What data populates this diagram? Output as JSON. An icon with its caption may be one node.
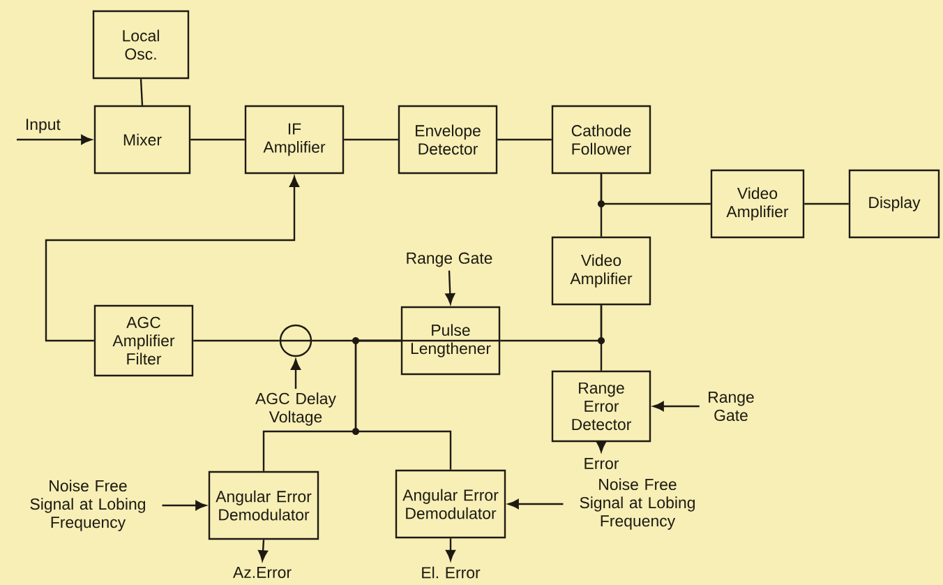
{
  "diagram": {
    "nodes": [
      {
        "text": [
          "Local Osc."
        ]
      },
      {
        "text": [
          "Mixer"
        ]
      },
      {
        "text": [
          "IF Amplifier"
        ]
      },
      {
        "text": [
          "Envelope Detector"
        ]
      },
      {
        "text": [
          "Cathode Follower"
        ]
      },
      {
        "text": [
          "Video Amplifier"
        ]
      },
      {
        "text": [
          "Display"
        ]
      },
      {
        "text": [
          "Video Amplifier"
        ]
      },
      {
        "text": [
          "AGC Amplifier Filter"
        ]
      },
      {
        "text": [],
        "shape": "circle"
      },
      {
        "text": [
          "Pulse Lengthener"
        ]
      },
      {
        "text": [
          "Range Error Detector"
        ]
      },
      {
        "text": [
          "Angular Error Demodulator"
        ]
      },
      {
        "text": [
          "Angular Error Demodulator"
        ]
      },
      {
        "text": [
          "Input"
        ]
      },
      {
        "text": [
          "Range Gate"
        ]
      },
      {
        "text": [
          "AGC Delay Voltage"
        ]
      },
      {
        "text": [
          "Range Gate"
        ]
      },
      {
        "text": [
          "Error"
        ]
      },
      {
        "text": [
          "Noise Free Signal at Lobing Frequency"
        ]
      },
      {
        "text": [
          "Noise Free Signal at Lobing Frequency"
        ]
      },
      {
        "text": [
          "Az.Error"
        ]
      },
      {
        "text": [
          "El. Error"
        ]
      }
    ],
    "edges": [
      {
        "from": 0,
        "to": 1,
        "arrow": "none"
      },
      {
        "from": 14,
        "to": 1,
        "arrow": "to"
      },
      {
        "from": 1,
        "to": 2,
        "arrow": "none"
      },
      {
        "from": 2,
        "to": 3,
        "arrow": "none"
      },
      {
        "from": 3,
        "to": 4,
        "arrow": "none"
      },
      {
        "from": 4,
        "to": 5,
        "arrow": "none"
      },
      {
        "from": 4,
        "to": 7,
        "arrow": "none"
      },
      {
        "from": 5,
        "to": 6,
        "arrow": "none"
      },
      {
        "from": 7,
        "to": 10,
        "arrow": "none"
      },
      {
        "from": 7,
        "to": 11,
        "arrow": "none"
      },
      {
        "from": 8,
        "to": 2,
        "arrow": "to"
      },
      {
        "from": 8,
        "to": 9,
        "arrow": "none"
      },
      {
        "from": 10,
        "to": 9,
        "arrow": "none"
      },
      {
        "from": 15,
        "to": 10,
        "arrow": "to"
      },
      {
        "from": 16,
        "to": 9,
        "arrow": "to"
      },
      {
        "from": 17,
        "to": 11,
        "arrow": "to"
      },
      {
        "from": 11,
        "to": 18,
        "arrow": "to"
      },
      {
        "from": 10,
        "to": 12,
        "arrow": "none"
      },
      {
        "from": 10,
        "to": 13,
        "arrow": "none"
      },
      {
        "from": 19,
        "to": 12,
        "arrow": "to"
      },
      {
        "from": 20,
        "to": 13,
        "arrow": "to"
      },
      {
        "from": 12,
        "to": 21,
        "arrow": "to"
      },
      {
        "from": 13,
        "to": 22,
        "arrow": "to"
      }
    ]
  }
}
